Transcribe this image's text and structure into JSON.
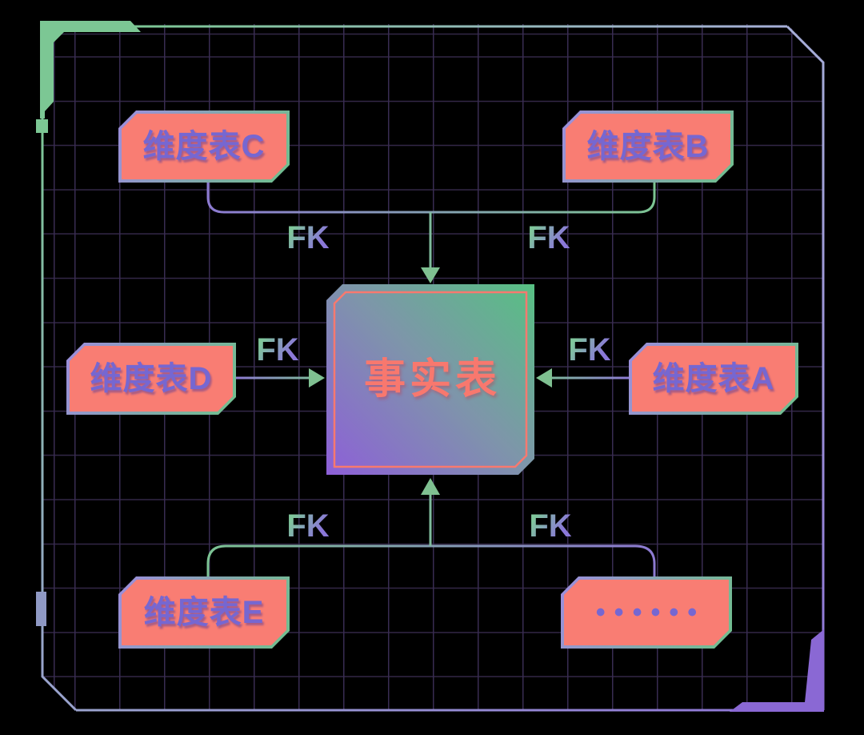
{
  "diagram": {
    "title_hint": "star-schema",
    "fact_table": {
      "label": "事实表"
    },
    "dimension_tables": [
      {
        "id": "dim-c",
        "label": "维度表C",
        "position": "top-left"
      },
      {
        "id": "dim-b",
        "label": "维度表B",
        "position": "top-right"
      },
      {
        "id": "dim-d",
        "label": "维度表D",
        "position": "middle-left"
      },
      {
        "id": "dim-a",
        "label": "维度表A",
        "position": "middle-right"
      },
      {
        "id": "dim-e",
        "label": "维度表E",
        "position": "bottom-left"
      },
      {
        "id": "dim-more",
        "label": "••••••",
        "position": "bottom-right"
      }
    ],
    "edges": [
      {
        "from": "维度表C",
        "to": "事实表",
        "label": "FK"
      },
      {
        "from": "维度表B",
        "to": "事实表",
        "label": "FK"
      },
      {
        "from": "维度表D",
        "to": "事实表",
        "label": "FK"
      },
      {
        "from": "维度表A",
        "to": "事实表",
        "label": "FK"
      },
      {
        "from": "维度表E",
        "to": "事实表",
        "label": "FK"
      },
      {
        "from": "……",
        "to": "事实表",
        "label": "FK"
      }
    ],
    "colors": {
      "background": "#000000",
      "grid_line": "#352949",
      "node_fill": "#f97d73",
      "node_text": "#7667d1",
      "fact_text": "#f8786e",
      "accent_green": "#7cc794",
      "accent_purple": "#8a68d4",
      "accent_lavender": "#9aa3ce",
      "fact_gradient": [
        "#8d5fd8",
        "#7e95aa",
        "#57c083"
      ]
    }
  }
}
